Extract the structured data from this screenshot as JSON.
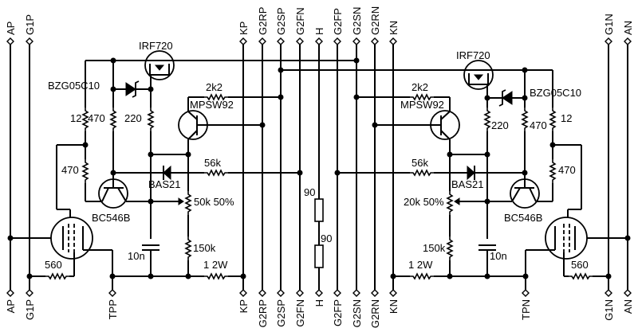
{
  "diagram": {
    "type": "electronic-schematic",
    "pins_top": [
      "AP",
      "G1P",
      "KP",
      "G2RP",
      "G2SP",
      "G2FN",
      "H",
      "G2FP",
      "G2SN",
      "G2RN",
      "KN",
      "G1N",
      "AN"
    ],
    "pins_bottom": [
      "AP",
      "G1P",
      "TPP",
      "KP",
      "G2RP",
      "G2SP",
      "G2FN",
      "H",
      "G2FP",
      "G2SN",
      "G2RN",
      "KN",
      "TPN",
      "G1N",
      "AN"
    ],
    "left": {
      "mosfet": "IRF720",
      "zener": "BZG05C10",
      "pnp": "MPSW92",
      "npn": "BC546B",
      "diode": "BAS21",
      "r_12": "12",
      "r_470a": "470",
      "r_220": "220",
      "r_470b": "470",
      "r_2k2": "2k2",
      "r_56k": "56k",
      "pot": "50k 50%",
      "r_150k": "150k",
      "cap": "10n",
      "r_1": "1 2W",
      "r_560": "560"
    },
    "right": {
      "mosfet": "IRF720",
      "zener": "BZG05C10",
      "pnp": "MPSW92",
      "npn": "BC546B",
      "diode": "BAS21",
      "r_12": "12",
      "r_470a": "470",
      "r_220": "220",
      "r_470b": "470",
      "r_2k2": "2k2",
      "r_56k": "56k",
      "pot": "20k 50%",
      "r_150k": "150k",
      "cap": "10n",
      "r_1": "1 2W",
      "r_560": "560"
    },
    "heater": {
      "r_top": "90",
      "r_bottom": "90"
    }
  }
}
